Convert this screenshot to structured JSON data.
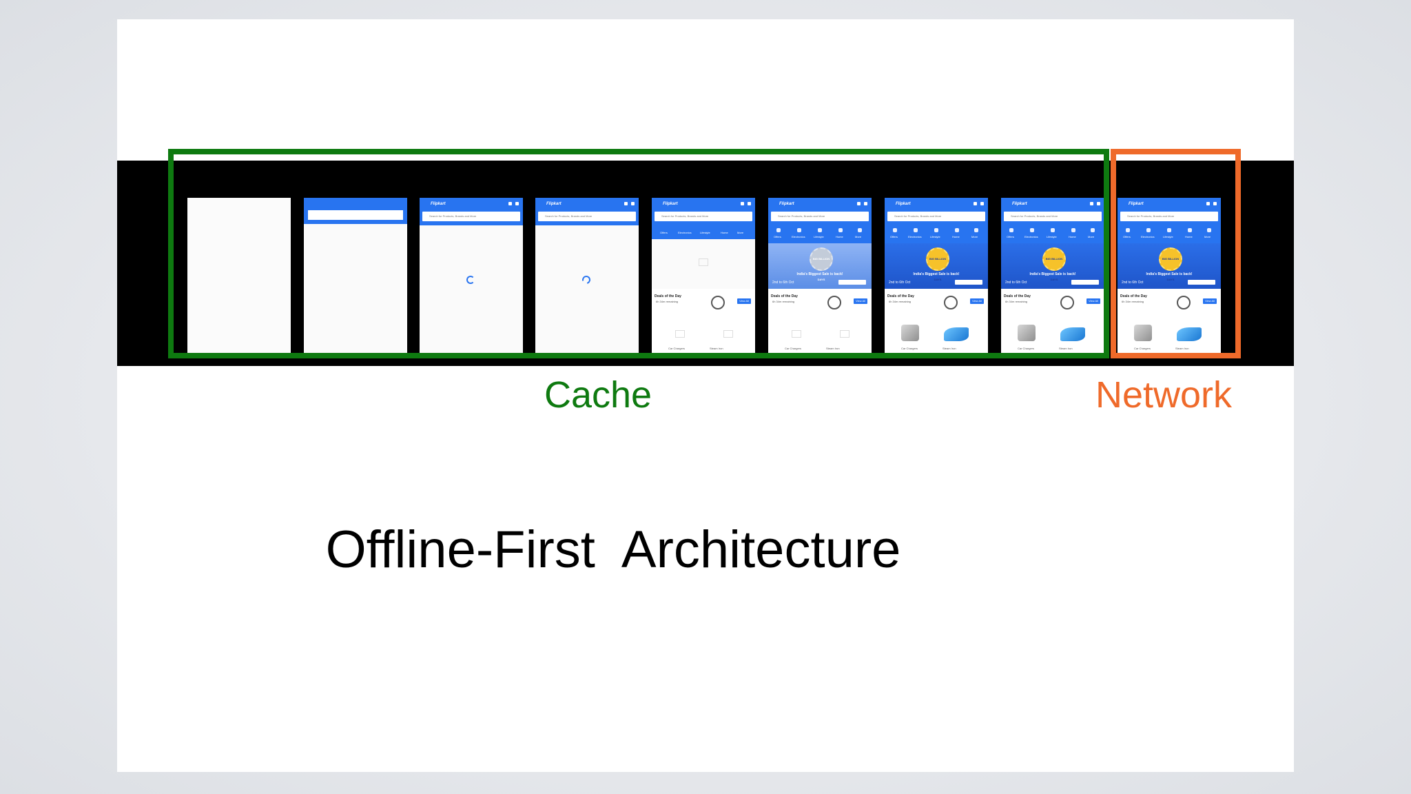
{
  "labels": {
    "cache": "Cache",
    "network": "Network"
  },
  "title": "Offline-First  Architecture",
  "app_text": {
    "logo": "Flipkart",
    "search": "Search for Products, Brands and More",
    "categories": [
      "Offers",
      "Electronics",
      "Lifestyle",
      "Home",
      "More"
    ],
    "banner_badge": "BIG BILLION DAYS",
    "banner_tagline": "India's Biggest Sale is back!",
    "banner_date": "2nd to 6th Oct",
    "deals_title": "Deals of the Day",
    "deals_time": "6h 34m remaining",
    "view_all": "View All",
    "product_1": "Car Chargers",
    "product_2": "Steam Iron"
  },
  "colors": {
    "cache": "#0e7a10",
    "network": "#ef6a2a",
    "app_blue": "#2874f0"
  },
  "frames": [
    {
      "state": "blank"
    },
    {
      "state": "header-only"
    },
    {
      "state": "search-spinner"
    },
    {
      "state": "search-spinner"
    },
    {
      "state": "placeholders"
    },
    {
      "state": "banner-placeholders"
    },
    {
      "state": "full"
    },
    {
      "state": "full"
    },
    {
      "state": "full-network"
    }
  ]
}
